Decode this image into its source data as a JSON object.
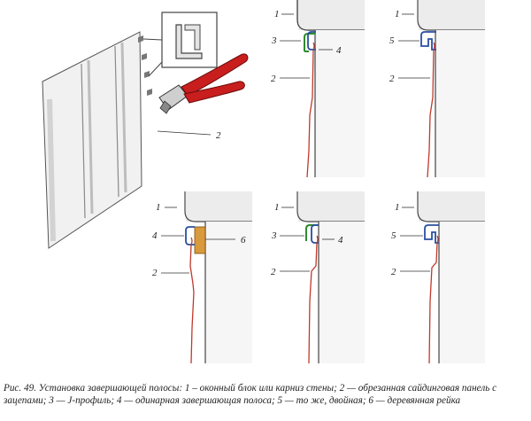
{
  "figure": {
    "caption": "Рис. 49. Установка завершающей полосы: 1 – оконный блок или карниз стены; 2 — обрезанная сайдинговая панель с зацепами; 3 — J-профиль; 4 — одинарная завершающая полоса; 5 — то же, двойная; 6 — деревянная рейка"
  },
  "labels": {
    "n1": "1",
    "n2": "2",
    "n3": "3",
    "n4": "4",
    "n5": "5",
    "n6": "6"
  },
  "colors": {
    "line": "#3a3a3a",
    "panel_edge": "#c0392b",
    "j_profile": "#2e8b2e",
    "finish_strip": "#2a4fa0",
    "wood_batten": "#d89a3c",
    "tool_handle": "#c81e1e",
    "shading": "#e9e9e9"
  }
}
